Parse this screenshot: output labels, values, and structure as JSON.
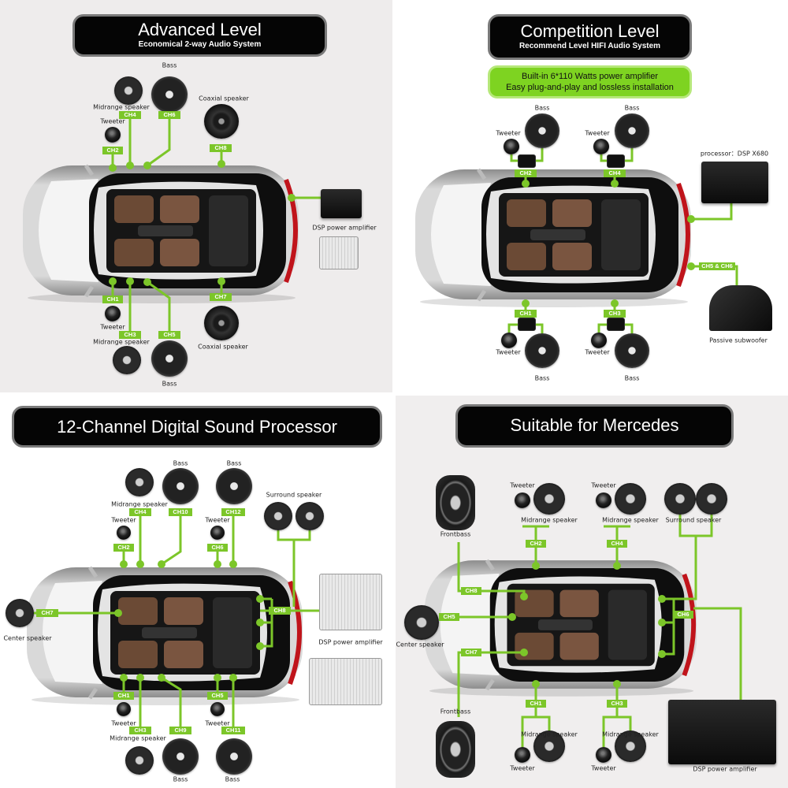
{
  "panels": [
    {
      "title": "Advanced Level",
      "subtitle": "Economical 2-way Audio System",
      "labels": {
        "bass": "Bass",
        "midrange": "Midrange speaker",
        "tweeter": "Tweeter",
        "coaxial": "Coaxial speaker",
        "dsp": "DSP power amplifier"
      },
      "channels": [
        "CH1",
        "CH2",
        "CH3",
        "CH4",
        "CH5",
        "CH6",
        "CH7",
        "CH8"
      ]
    },
    {
      "title": "Competition Level",
      "subtitle": "Recommend Level HIFI Audio System",
      "features": [
        "Built-in 6*110 Watts power amplifier",
        "Easy plug-and-play and lossless installation"
      ],
      "labels": {
        "bass": "Bass",
        "tweeter": "Tweeter",
        "processor": "processor：DSP X680",
        "subwoofer": "Passive subwoofer"
      },
      "channels": [
        "CH1",
        "CH2",
        "CH3",
        "CH4",
        "CH5 & CH6"
      ]
    },
    {
      "title": "12-Channel Digital Sound Processor",
      "labels": {
        "bass": "Bass",
        "midrange": "Midrange speaker",
        "tweeter": "Tweeter",
        "surround": "Surround speaker",
        "center": "Center speaker",
        "dsp": "DSP power amplifier"
      },
      "channels": [
        "CH1",
        "CH2",
        "CH3",
        "CH4",
        "CH5",
        "CH6",
        "CH7",
        "CH8",
        "CH9",
        "CH10",
        "CH11",
        "CH12"
      ]
    },
    {
      "title": "Suitable for Mercedes",
      "labels": {
        "frontbass": "Frontbass",
        "tweeter": "Tweeter",
        "midrange": "Midrange speaker",
        "surround": "Surround speaker",
        "center": "Center speaker",
        "dsp": "DSP power amplifier"
      },
      "channels": [
        "CH1",
        "CH2",
        "CH3",
        "CH4",
        "CH5",
        "CH6",
        "CH7",
        "CH8"
      ]
    }
  ],
  "colors": {
    "accent": "#7cc629",
    "header_bg": "#050505",
    "bg_light": "#eeecec"
  }
}
